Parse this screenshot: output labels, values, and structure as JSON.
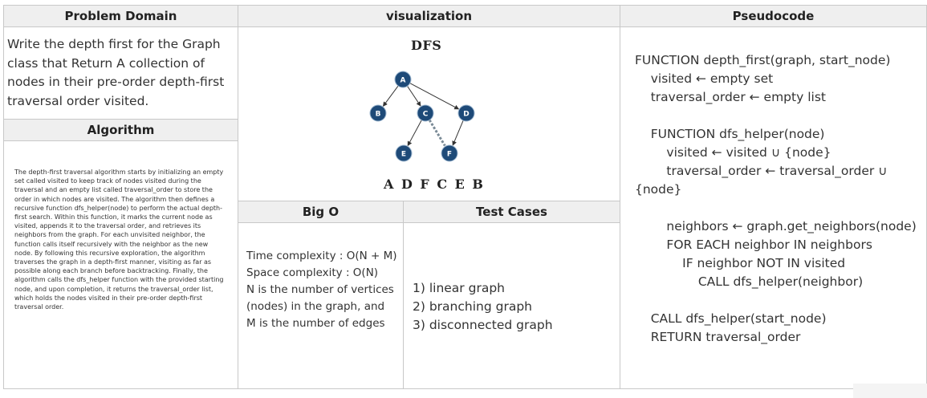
{
  "headers": {
    "problem_domain": "Problem Domain",
    "visualization": "visualization",
    "pseudocode": "Pseudocode",
    "algorithm": "Algorithm",
    "big_o": "Big O",
    "test_cases": "Test Cases"
  },
  "problem_domain_text": "Write the depth first for the Graph class that Return A collection of nodes in their pre-order depth-first traversal order visited.",
  "algorithm_text": "The depth-first traversal algorithm starts by initializing an empty set called visited to keep track of nodes visited during the traversal and an empty list called traversal_order to store the order in which nodes are visited. The algorithm then defines a recursive function dfs_helper(node) to perform the actual depth-first search. Within this function, it marks the current node as visited, appends it to the traversal order, and retrieves its neighbors from the graph. For each unvisited neighbor, the function calls itself recursively with the neighbor as the new node. By following this recursive exploration, the algorithm traverses the graph in a depth-first manner, visiting as far as possible along each branch before backtracking. Finally, the algorithm calls the dfs_helper function with the provided starting node, and upon completion, it returns the traversal_order list, which holds the nodes visited in their pre-order depth-first traversal order.",
  "visualization": {
    "title": "DFS",
    "order": "A D F C E B",
    "nodes": [
      {
        "id": "A",
        "label": "A"
      },
      {
        "id": "B",
        "label": "B"
      },
      {
        "id": "C",
        "label": "C"
      },
      {
        "id": "D",
        "label": "D"
      },
      {
        "id": "E",
        "label": "E"
      },
      {
        "id": "F",
        "label": "F"
      }
    ],
    "edges": [
      {
        "from": "A",
        "to": "B",
        "style": "solid"
      },
      {
        "from": "A",
        "to": "C",
        "style": "solid"
      },
      {
        "from": "A",
        "to": "D",
        "style": "solid"
      },
      {
        "from": "C",
        "to": "E",
        "style": "solid"
      },
      {
        "from": "D",
        "to": "F",
        "style": "solid"
      },
      {
        "from": "C",
        "to": "F",
        "style": "dashed"
      }
    ],
    "node_color": "#1e4a78",
    "edge_color": "#333333"
  },
  "big_o": [
    "Time complexity : O(N + M)",
    "Space complexity : O(N)",
    "N is the number of vertices (nodes) in the graph, and M is the number of edges"
  ],
  "test_cases": [
    "1) linear graph",
    "2) branching graph",
    "3) disconnected graph"
  ],
  "pseudocode": [
    "FUNCTION depth_first(graph, start_node)",
    "    visited ← empty set",
    "    traversal_order ← empty list",
    "",
    "    FUNCTION dfs_helper(node)",
    "        visited ← visited ∪ {node}",
    "        traversal_order ← traversal_order ∪ {node}",
    "",
    "        neighbors ← graph.get_neighbors(node)",
    "        FOR EACH neighbor IN neighbors",
    "            IF neighbor NOT IN visited",
    "                CALL dfs_helper(neighbor)",
    "",
    "    CALL dfs_helper(start_node)",
    "    RETURN traversal_order"
  ]
}
